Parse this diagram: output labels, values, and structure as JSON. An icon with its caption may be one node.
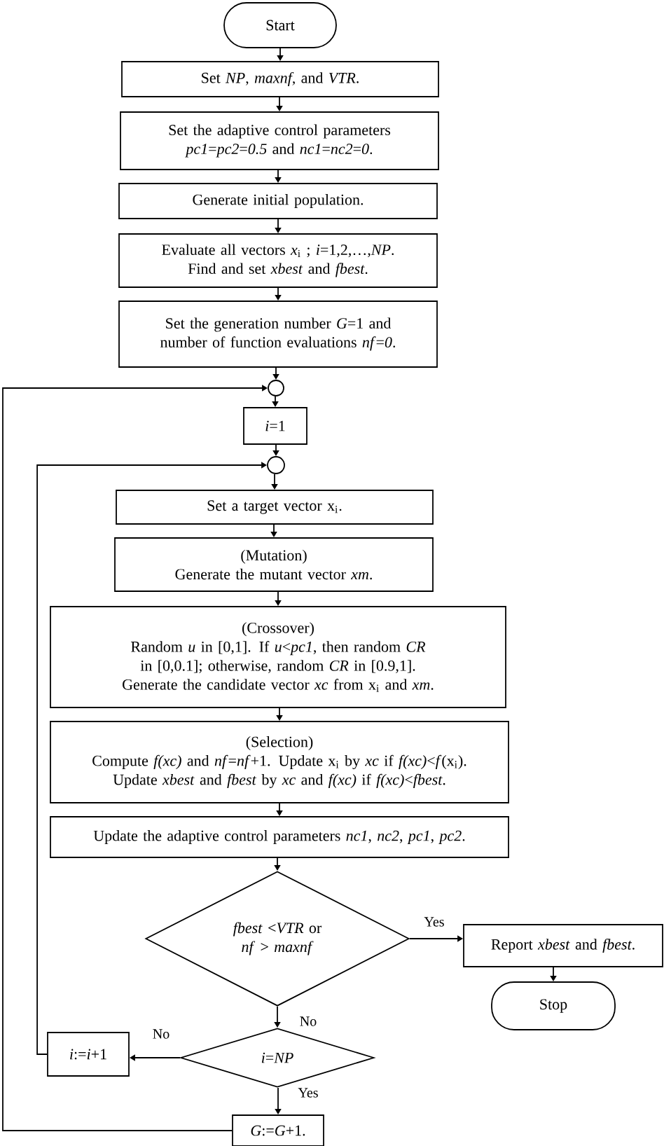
{
  "diagram": {
    "nodes": [
      {
        "text": [
          "Start"
        ]
      },
      {
        "text": [
          "Set *NP*, *maxnf,* and *VTR*."
        ]
      },
      {
        "text": [
          "Set the adaptive control parameters *pc1*=*pc2*=*0.5* and *nc1*=*nc2*=*0*."
        ]
      },
      {
        "text": [
          "Generate initial population."
        ]
      },
      {
        "text": [
          "Evaluate all vectors *x*$_{i}$ ; *i*=1,2,…,*NP*.",
          "Find and set *xbest* and *fbest*."
        ]
      },
      {
        "text": [
          "Set the generation number *G*=1 and number of function evaluations *nf*=*0*."
        ]
      },
      {
        "text": [],
        "shape": "circle"
      },
      {
        "text": [
          "*i*=1"
        ]
      },
      {
        "text": [],
        "shape": "circle"
      },
      {
        "text": [
          "Set a target vector x$_{i}$."
        ]
      },
      {
        "text": [
          "(Mutation)",
          "Generate the mutant vector *xm*."
        ]
      },
      {
        "text": [
          "(Crossover)",
          "Random *u* in [0,1]. If *u*<*pc1*, then random *CR* in [0,0.1]; otherwise, random *CR* in [0.9,1].",
          "Generate the candidate vector *xc* from x$_{i}$ and *xm*."
        ]
      },
      {
        "text": [
          "(Selection)",
          "Compute *f(xc)* and *nf*=*nf*+1. Update x$_{i}$ by *xc* if *f(xc)*<*f*(x$_{i}$).",
          "Update *xbest* and *fbest* by *xc* and *f(xc)* if *f(xc)*<*fbest*."
        ]
      },
      {
        "text": [
          "Update the adaptive control parameters *nc1*, *nc2*, *pc1*, *pc2*."
        ]
      },
      {
        "text": [
          "*fbest* <*VTR* or *nf* > *maxnf*"
        ]
      },
      {
        "text": [
          "Report *xbest* and *fbest*."
        ]
      },
      {
        "text": [
          "Stop"
        ]
      },
      {
        "text": [
          "*i*=*NP*"
        ]
      },
      {
        "text": [
          "*i*:=*i*+1"
        ]
      },
      {
        "text": [
          "*G*:=*G*+1."
        ]
      }
    ],
    "edges": [
      {
        "from": 0,
        "to": 1,
        "arrow": "to"
      },
      {
        "from": 1,
        "to": 2,
        "arrow": "to"
      },
      {
        "from": 2,
        "to": 3,
        "arrow": "to"
      },
      {
        "from": 3,
        "to": 4,
        "arrow": "to"
      },
      {
        "from": 4,
        "to": 5,
        "arrow": "to"
      },
      {
        "from": 5,
        "to": 6,
        "arrow": "to"
      },
      {
        "from": 6,
        "to": 7,
        "arrow": "to"
      },
      {
        "from": 7,
        "to": 8,
        "arrow": "to"
      },
      {
        "from": 8,
        "to": 9,
        "arrow": "to"
      },
      {
        "from": 9,
        "to": 10,
        "arrow": "to"
      },
      {
        "from": 10,
        "to": 11,
        "arrow": "to"
      },
      {
        "from": 11,
        "to": 12,
        "arrow": "to"
      },
      {
        "from": 12,
        "to": 13,
        "arrow": "to"
      },
      {
        "from": 13,
        "to": 14,
        "arrow": "to"
      },
      {
        "from": 14,
        "to": 15,
        "arrow": "to",
        "label": "Yes"
      },
      {
        "from": 15,
        "to": 16,
        "arrow": "to"
      },
      {
        "from": 14,
        "to": 17,
        "arrow": "to",
        "label": "No"
      },
      {
        "from": 17,
        "to": 18,
        "arrow": "to",
        "label": "No"
      },
      {
        "from": 17,
        "to": 19,
        "arrow": "to",
        "label": "Yes"
      },
      {
        "from": 18,
        "to": 8,
        "arrow": "to"
      },
      {
        "from": 19,
        "to": 6,
        "arrow": "to"
      }
    ]
  }
}
